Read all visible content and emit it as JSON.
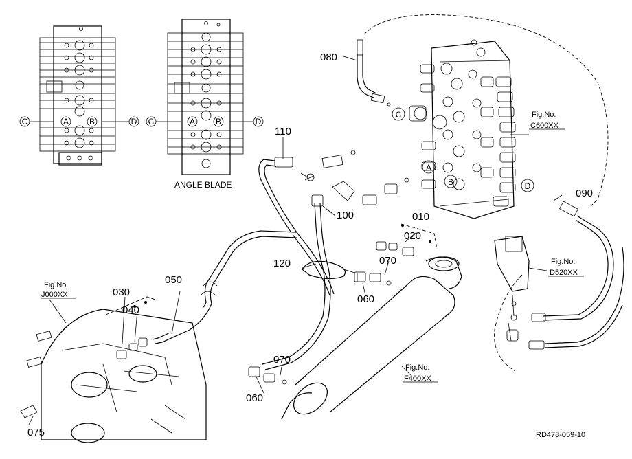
{
  "drawing_id": "RD478-059-10",
  "inset_right_label": "ANGLE BLADE",
  "ports": {
    "a": "A",
    "b": "B",
    "c": "C",
    "d": "D"
  },
  "parts": {
    "p010": "010",
    "p020": "020",
    "p030": "030",
    "p040": "040",
    "p050": "050",
    "p060a": "060",
    "p060b": "060",
    "p070a": "070",
    "p070b": "070",
    "p075": "075",
    "p080": "080",
    "p090": "090",
    "p100": "100",
    "p110": "110",
    "p120": "120"
  },
  "figure_refs": {
    "j000": {
      "label": "Fig.No.",
      "ref": "J000XX"
    },
    "c600": {
      "label": "Fig.No.",
      "ref": "C600XX"
    },
    "d520": {
      "label": "Fig.No.",
      "ref": "D520XX"
    },
    "f400": {
      "label": "Fig.No.",
      "ref": "F400XX"
    }
  }
}
